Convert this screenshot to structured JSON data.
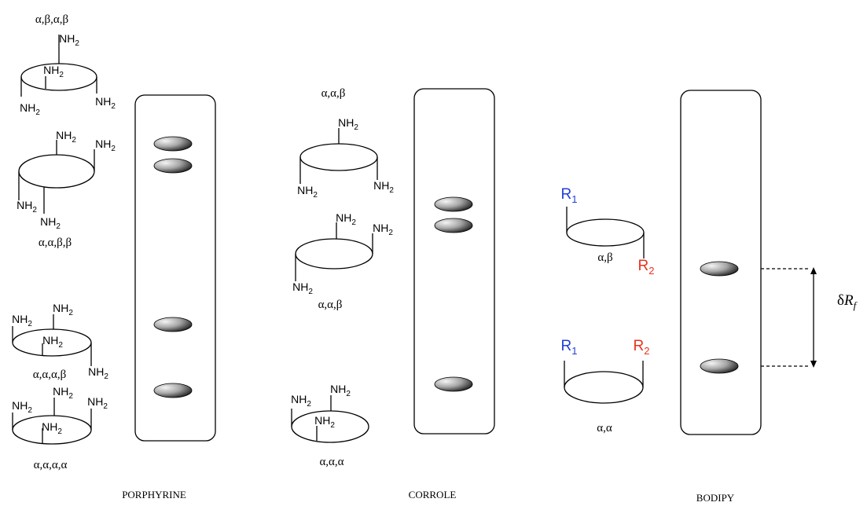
{
  "amine": {
    "nh": "NH",
    "sub": "2"
  },
  "r_groups": {
    "r": "R",
    "one": "1",
    "two": "2"
  },
  "colors": {
    "r1": "#1f3fd6",
    "r2": "#e8321e",
    "line": "#000000",
    "spot_light": "#f4f4f4",
    "spot_dark": "#1a1a1a"
  },
  "porphyrine": {
    "title": "PORPHYRINE",
    "labels": [
      "α,β,α,β",
      "α,α,β,β",
      "α,α,α,β",
      "α,α,α,α"
    ]
  },
  "corrole": {
    "title": "CORROLE",
    "labels": [
      "α,α,β",
      "α,α,β",
      "α,α,α"
    ]
  },
  "bodipy": {
    "title": "BODIPY",
    "labels": [
      "α,β",
      "α,α"
    ],
    "delta": "δ",
    "rf_r": "R",
    "rf_f": "f"
  }
}
